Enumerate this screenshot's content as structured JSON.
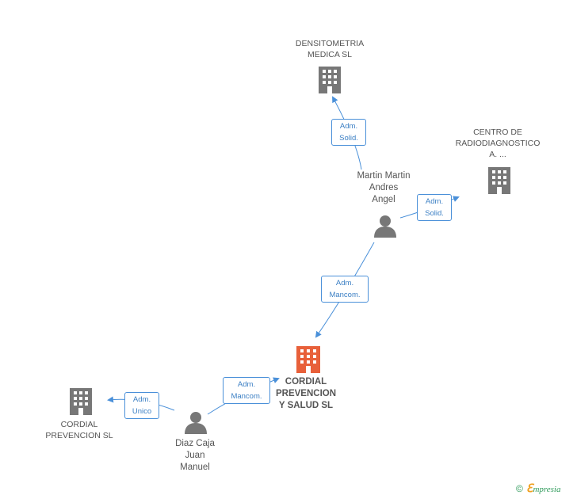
{
  "colors": {
    "edge": "#4a90d9",
    "company_icon": "#777777",
    "main_company_icon": "#e8603a",
    "person_icon": "#777777"
  },
  "nodes": {
    "densitometria": {
      "line1": "DENSITOMETRIA",
      "line2": "MEDICA SL",
      "icon": "building-icon"
    },
    "centro": {
      "line1": "CENTRO DE",
      "line2": "RADIODIAGNOSTICO",
      "line3": "A. ...",
      "icon": "building-icon"
    },
    "martin": {
      "line1": "Martin Martin",
      "line2": "Andres",
      "line3": "Angel",
      "icon": "person-icon"
    },
    "cordial_main": {
      "line1": "CORDIAL",
      "line2": "PREVENCION",
      "line3": "Y SALUD SL",
      "icon": "building-icon"
    },
    "cordial_prev": {
      "line1": "CORDIAL",
      "line2": "PREVENCION SL",
      "icon": "building-icon"
    },
    "diaz": {
      "line1": "Diaz Caja",
      "line2": "Juan",
      "line3": "Manuel",
      "icon": "person-icon"
    }
  },
  "edges": {
    "martin_densitometria": {
      "line1": "Adm.",
      "line2": "Solid."
    },
    "martin_centro": {
      "line1": "Adm.",
      "line2": "Solid."
    },
    "martin_cordial": {
      "line1": "Adm.",
      "line2": "Mancom."
    },
    "diaz_cordial": {
      "line1": "Adm.",
      "line2": "Mancom."
    },
    "diaz_cordial_prev": {
      "line1": "Adm.",
      "line2": "Unico"
    }
  },
  "brand": {
    "copyright": "©",
    "e": "ℇ",
    "name": "mpresia"
  }
}
